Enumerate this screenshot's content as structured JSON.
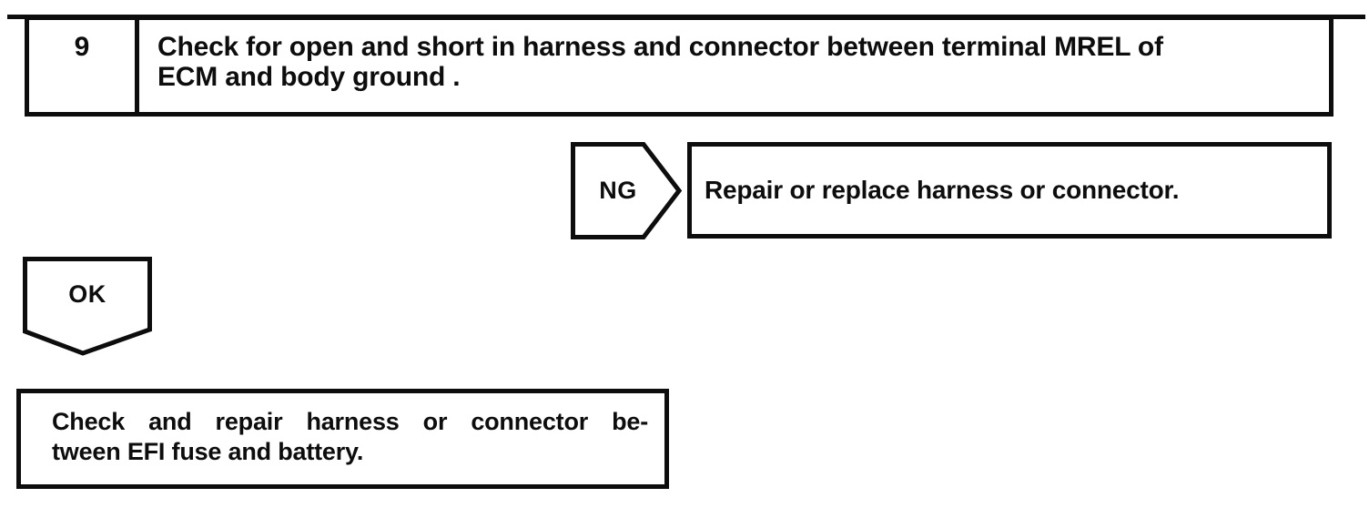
{
  "page": {
    "paper_color": "#ffffff",
    "ink_color": "#0d0d0d"
  },
  "step_box": {
    "number": "9",
    "instruction_lines": [
      "Check for open and short in harness and connector between terminal MREL of",
      "ECM and body ground ."
    ]
  },
  "ng_branch": {
    "label": "NG",
    "action": "Repair or replace harness or connector."
  },
  "ok_branch": {
    "label": "OK",
    "action_lines": [
      "Check and repair harness or connector be-",
      "tween EFI fuse and battery."
    ]
  }
}
